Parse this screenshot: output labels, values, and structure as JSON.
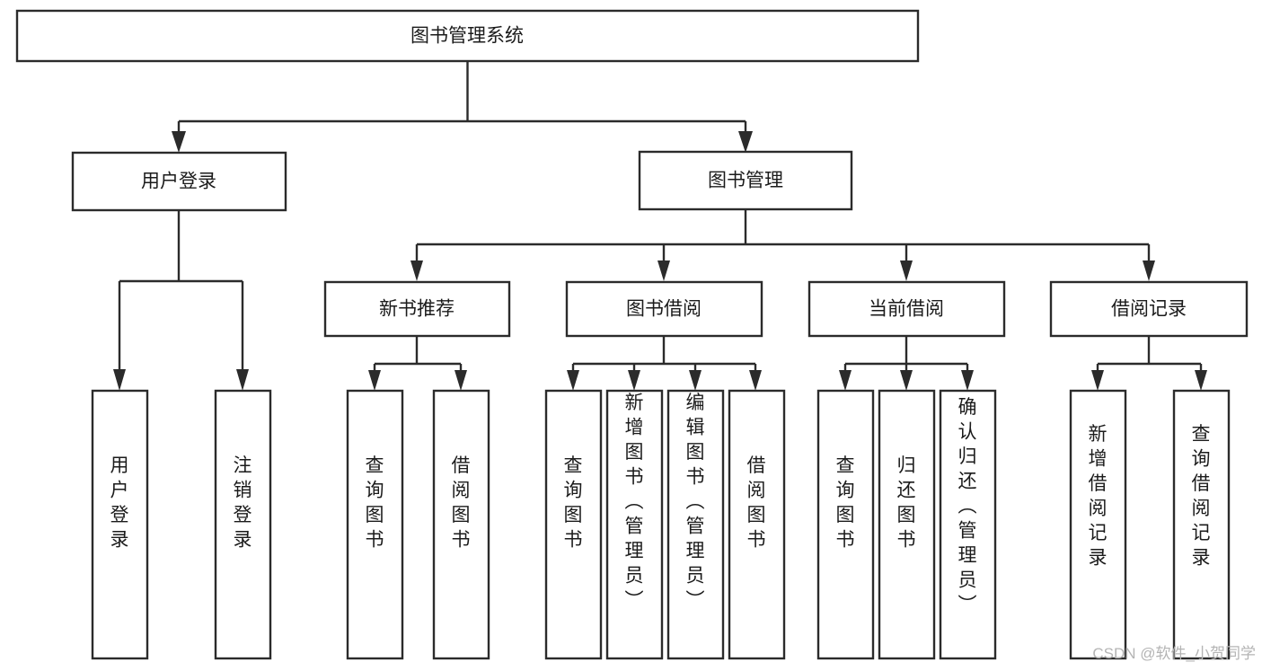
{
  "diagram": {
    "title": "图书管理系统",
    "type": "tree-hierarchy",
    "root": {
      "id": "root",
      "label": "图书管理系统"
    },
    "level2": [
      {
        "id": "user-login",
        "label": "用户登录"
      },
      {
        "id": "book-manage",
        "label": "图书管理"
      }
    ],
    "level3": [
      {
        "id": "new-book-rec",
        "label": "新书推荐",
        "parent": "book-manage"
      },
      {
        "id": "book-borrow",
        "label": "图书借阅",
        "parent": "book-manage"
      },
      {
        "id": "current-borrow",
        "label": "当前借阅",
        "parent": "book-manage"
      },
      {
        "id": "borrow-record",
        "label": "借阅记录",
        "parent": "book-manage"
      }
    ],
    "leaves": [
      {
        "id": "leaf-user-login",
        "label": "用户登录",
        "parent": "user-login"
      },
      {
        "id": "leaf-logout-login",
        "label": "注销登录",
        "parent": "user-login"
      },
      {
        "id": "leaf-query-book-1",
        "label": "查询图书",
        "parent": "new-book-rec"
      },
      {
        "id": "leaf-borrow-book-1",
        "label": "借阅图书",
        "parent": "new-book-rec"
      },
      {
        "id": "leaf-query-book-2",
        "label": "查询图书",
        "parent": "book-borrow"
      },
      {
        "id": "leaf-add-book",
        "label": "新增图书（管理员）",
        "parent": "book-borrow"
      },
      {
        "id": "leaf-edit-book",
        "label": "编辑图书（管理员）",
        "parent": "book-borrow"
      },
      {
        "id": "leaf-borrow-book-2",
        "label": "借阅图书",
        "parent": "book-borrow"
      },
      {
        "id": "leaf-query-book-3",
        "label": "查询图书",
        "parent": "current-borrow"
      },
      {
        "id": "leaf-return-book",
        "label": "归还图书",
        "parent": "current-borrow"
      },
      {
        "id": "leaf-confirm-return",
        "label": "确认归还（管理员）",
        "parent": "current-borrow"
      },
      {
        "id": "leaf-add-record",
        "label": "新增借阅记录",
        "parent": "borrow-record"
      },
      {
        "id": "leaf-query-record",
        "label": "查询借阅记录",
        "parent": "borrow-record"
      }
    ]
  },
  "watermark": {
    "text": "CSDN @软件_小贺同学"
  },
  "colors": {
    "stroke": "#2b2b2b",
    "fill": "#ffffff",
    "text": "#1b1b1b",
    "watermark": "#b4b4b4",
    "background": "#ffffff"
  }
}
